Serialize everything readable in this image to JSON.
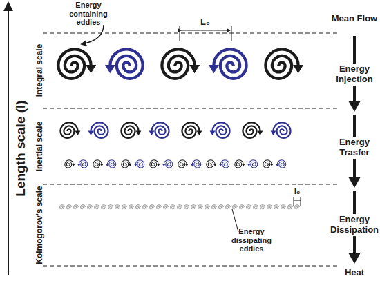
{
  "diagram": {
    "labels": [
      "Energy containing eddies",
      "L₀",
      "Mean Flow",
      "Energy Injection",
      "Energy Trasfer",
      "Energy Dissipation",
      "Heat",
      "Integral scale",
      "Inertial scale",
      "Kolmogorov's scale",
      "Length scale (l)",
      "l₀",
      "Energy dissipating eddies"
    ]
  }
}
